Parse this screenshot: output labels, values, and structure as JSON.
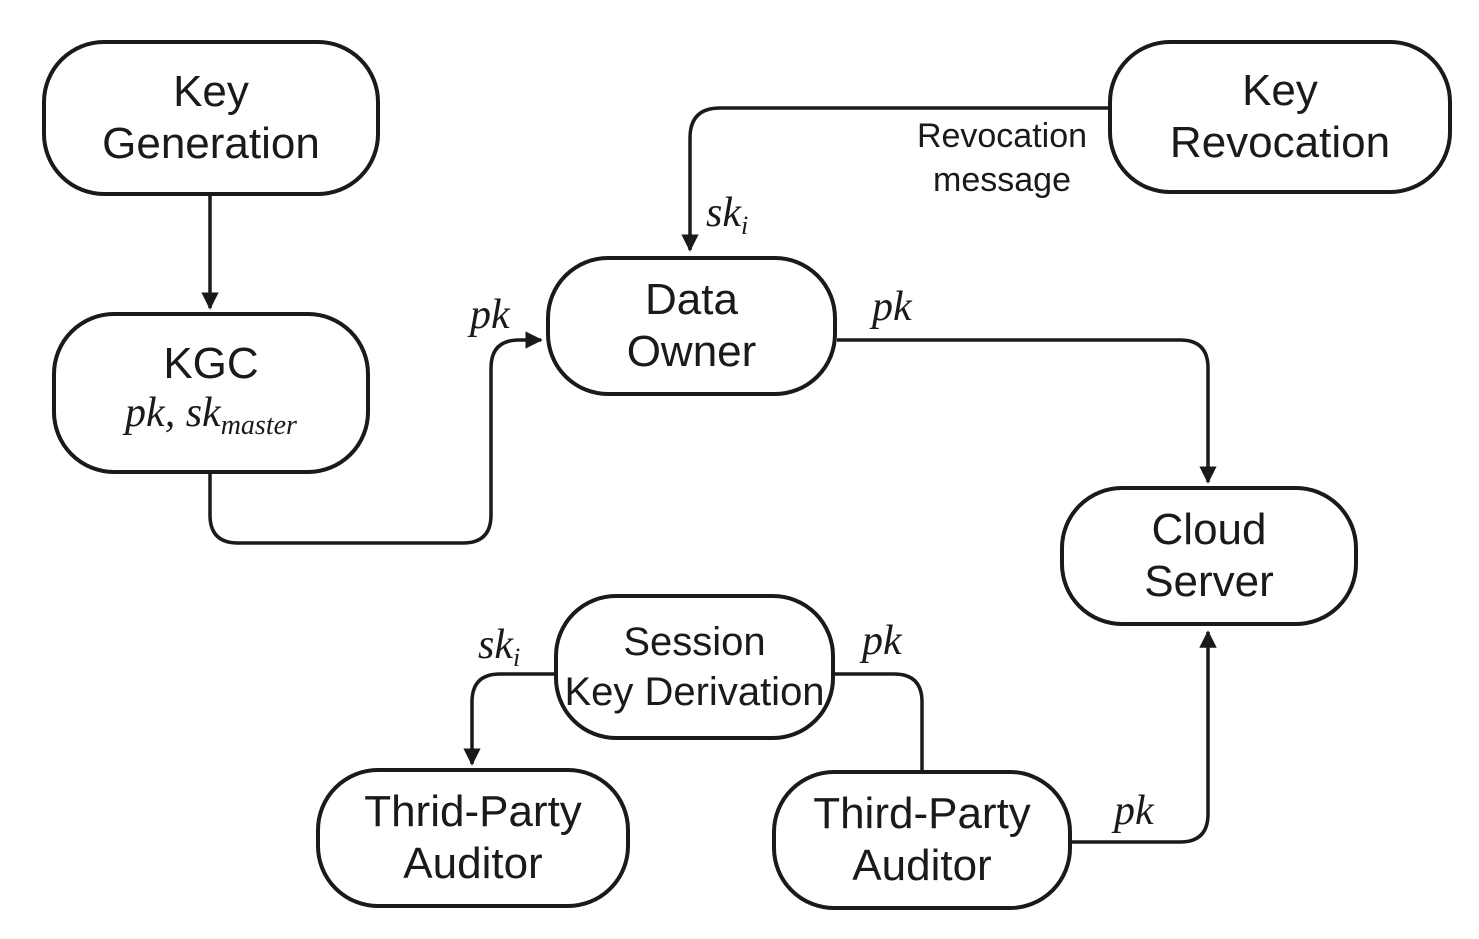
{
  "nodes": {
    "key_generation": {
      "line1": "Key",
      "line2": "Generation"
    },
    "kgc": {
      "line1": "KGC",
      "math_pk": "pk",
      "math_sk": "sk",
      "math_sub": "master"
    },
    "data_owner": {
      "line1": "Data",
      "line2": "Owner"
    },
    "key_revocation": {
      "line1": "Key",
      "line2": "Revocation"
    },
    "cloud_server": {
      "line1": "Cloud",
      "line2": "Server"
    },
    "session_key_derivation": {
      "line1": "Session",
      "line2": "Key Derivation"
    },
    "thrid_party_auditor": {
      "line1": "Thrid-Party",
      "line2": "Auditor"
    },
    "third_party_auditor": {
      "line1": "Third-Party",
      "line2": "Auditor"
    }
  },
  "edge_labels": {
    "kgc_to_data_owner": "pk",
    "data_owner_to_cloud": "pk",
    "revocation_to_owner_main": "sk",
    "revocation_to_owner_sub": "i",
    "revocation_message_line1": "Revocation",
    "revocation_message_line2": "message",
    "session_to_thrid_main": "sk",
    "session_to_thrid_sub": "i",
    "session_to_third": "pk",
    "third_to_cloud": "pk"
  },
  "colors": {
    "stroke": "#1a1a1a",
    "background": "#ffffff"
  }
}
